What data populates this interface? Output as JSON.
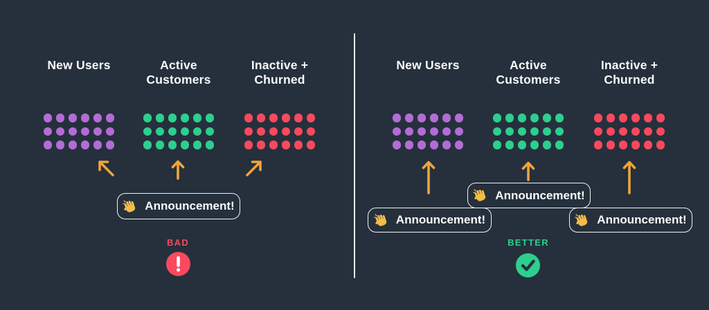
{
  "colors": {
    "background": "#25303C",
    "text": "#F8FAFB",
    "arrow": "#F0A43C",
    "border": "#F3F5F6",
    "divider": "#EAEEF1",
    "hand": "#F5BC49",
    "purple": "#B46CD5",
    "green": "#2ECE8E",
    "red": "#F9495E"
  },
  "panels": [
    {
      "id": "bad",
      "columns": [
        {
          "header": "New Users",
          "dots": {
            "rows": 3,
            "cols": 6,
            "color": "#B46CD5",
            "segment": "new-users"
          }
        },
        {
          "header": "Active\nCustomers",
          "dots": {
            "rows": 3,
            "cols": 6,
            "color": "#2ECE8E",
            "segment": "active-customers"
          }
        },
        {
          "header": "Inactive +\nChurned",
          "dots": {
            "rows": 3,
            "cols": 6,
            "color": "#F9495E",
            "segment": "inactive-churned"
          }
        }
      ],
      "announcements": [
        {
          "label": "Announcement!",
          "icon": "waving-hand-icon"
        }
      ],
      "verdict": {
        "label": "BAD",
        "color": "#F9495E",
        "icon": "exclamation-circle-icon"
      }
    },
    {
      "id": "better",
      "columns": [
        {
          "header": "New Users",
          "dots": {
            "rows": 3,
            "cols": 6,
            "color": "#B46CD5",
            "segment": "new-users"
          }
        },
        {
          "header": "Active\nCustomers",
          "dots": {
            "rows": 3,
            "cols": 6,
            "color": "#2ECE8E",
            "segment": "active-customers"
          }
        },
        {
          "header": "Inactive +\nChurned",
          "dots": {
            "rows": 3,
            "cols": 6,
            "color": "#F9495E",
            "segment": "inactive-churned"
          }
        }
      ],
      "announcements": [
        {
          "label": "Announcement!",
          "icon": "waving-hand-icon"
        },
        {
          "label": "Announcement!",
          "icon": "waving-hand-icon"
        },
        {
          "label": "Announcement!",
          "icon": "waving-hand-icon"
        }
      ],
      "verdict": {
        "label": "BETTER",
        "color": "#2ECE8E",
        "icon": "check-circle-icon"
      }
    }
  ]
}
